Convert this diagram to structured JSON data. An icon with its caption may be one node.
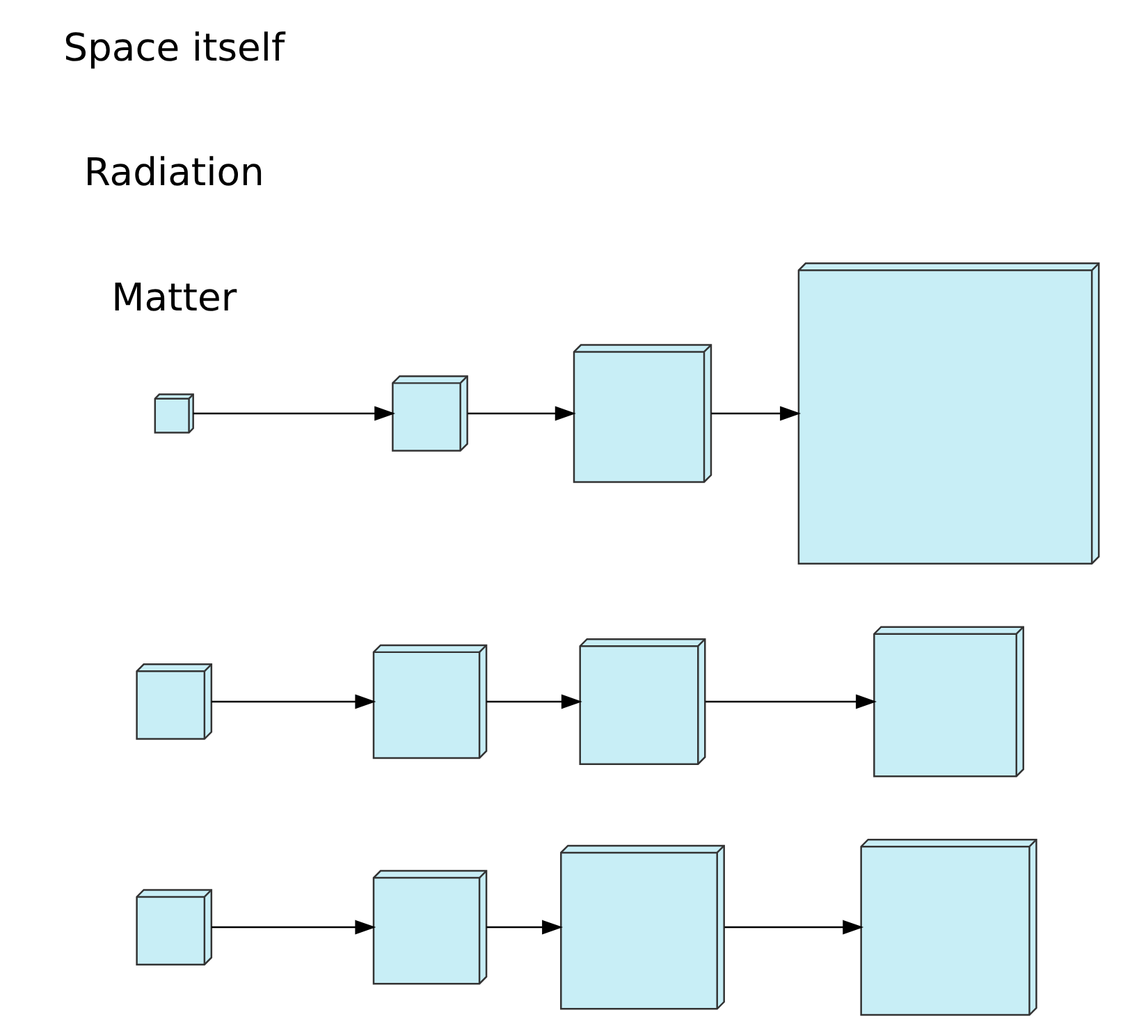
{
  "diagram": {
    "nodes": [
      {
        "text": [],
        "shape": "cube"
      },
      {
        "text": [],
        "shape": "cube"
      },
      {
        "text": [],
        "shape": "cube"
      },
      {
        "text": [],
        "shape": "cube"
      },
      {
        "text": [],
        "shape": "cube"
      },
      {
        "text": [],
        "shape": "cube"
      },
      {
        "text": [],
        "shape": "cube"
      },
      {
        "text": [],
        "shape": "cube"
      },
      {
        "text": [],
        "shape": "cube"
      },
      {
        "text": [],
        "shape": "cube"
      },
      {
        "text": [],
        "shape": "cube"
      },
      {
        "text": [],
        "shape": "cube"
      }
    ],
    "edges": [
      {
        "from": 0,
        "to": 1,
        "arrow": "to"
      },
      {
        "from": 1,
        "to": 2,
        "arrow": "to"
      },
      {
        "from": 2,
        "to": 3,
        "arrow": "to"
      },
      {
        "from": 4,
        "to": 5,
        "arrow": "to"
      },
      {
        "from": 5,
        "to": 6,
        "arrow": "to"
      },
      {
        "from": 6,
        "to": 7,
        "arrow": "to"
      },
      {
        "from": 8,
        "to": 9,
        "arrow": "to"
      },
      {
        "from": 9,
        "to": 10,
        "arrow": "to"
      },
      {
        "from": 10,
        "to": 11,
        "arrow": "to"
      }
    ],
    "labels": [
      "Matter",
      "Radiation",
      "Space itself"
    ]
  }
}
